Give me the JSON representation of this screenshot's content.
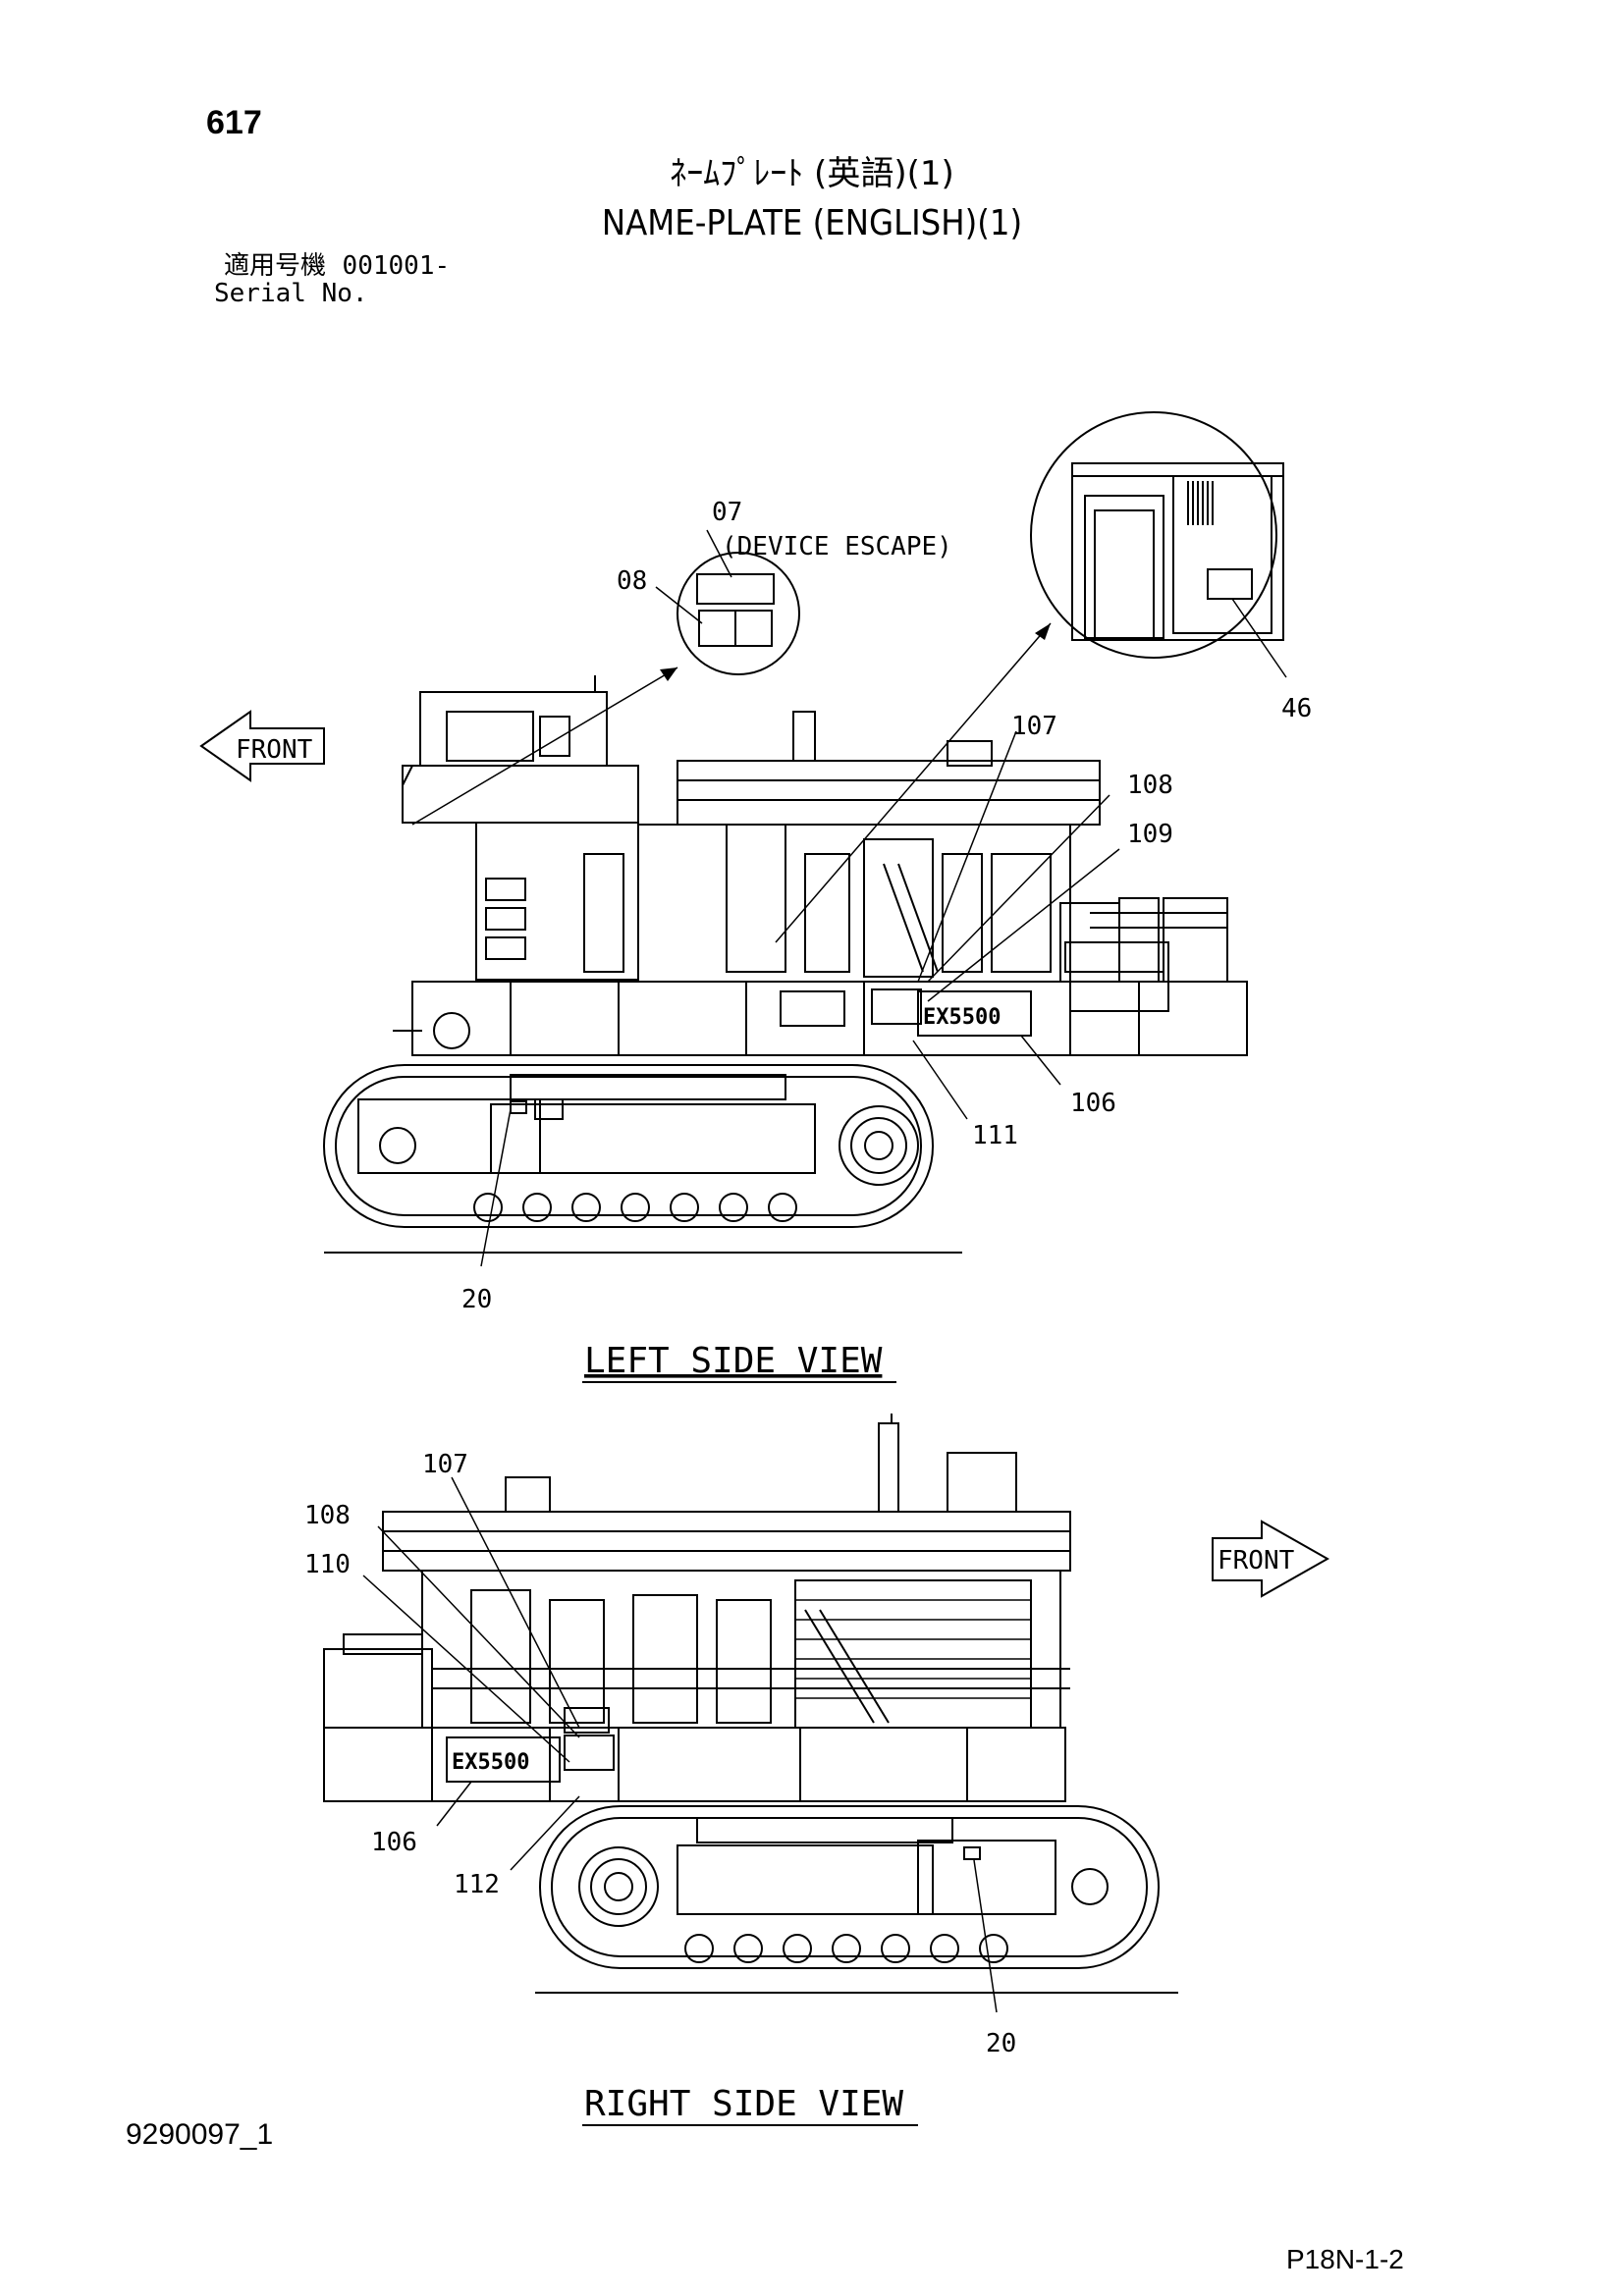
{
  "page_number": "617",
  "title_jp": "ﾈｰﾑﾌﾟﾚｰﾄ (英語)(1)",
  "title_en": "NAME-PLATE (ENGLISH)(1)",
  "serial_label_jp": "適用号機",
  "serial_value": "001001-",
  "serial_label_en": "Serial No.",
  "front_label": "FRONT",
  "device_escape_label": "(DEVICE ESCAPE)",
  "model_logo": "EX5500",
  "left_view": {
    "caption": "LEFT SIDE VIEW",
    "callouts": [
      "07",
      "08",
      "46",
      "107",
      "108",
      "109",
      "106",
      "111",
      "20"
    ]
  },
  "right_view": {
    "caption": "RIGHT SIDE VIEW",
    "callouts": [
      "107",
      "108",
      "110",
      "106",
      "112",
      "20"
    ]
  },
  "doc_id": "9290097_1",
  "page_ref": "P18N-1-2"
}
